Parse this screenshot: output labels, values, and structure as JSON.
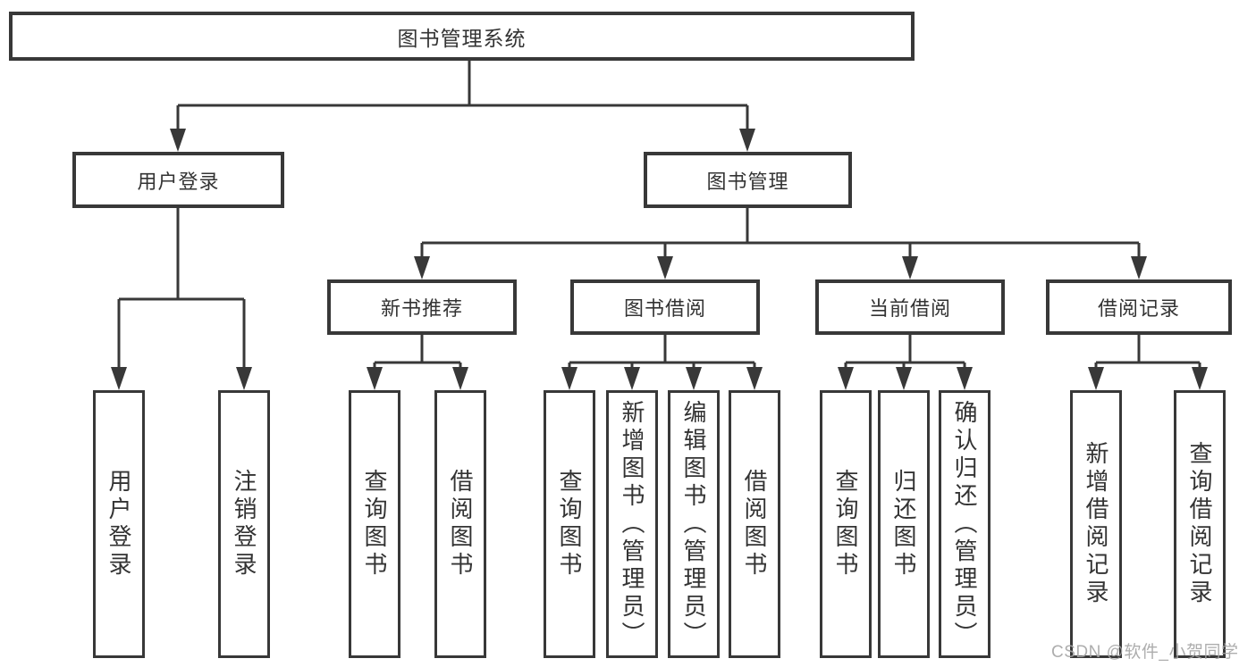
{
  "diagram": {
    "root": "图书管理系统",
    "branches": [
      {
        "label": "用户登录",
        "children": [
          "用户登录",
          "注销登录"
        ]
      },
      {
        "label": "图书管理",
        "sections": [
          {
            "label": "新书推荐",
            "children": [
              "查询图书",
              "借阅图书"
            ]
          },
          {
            "label": "图书借阅",
            "children": [
              "查询图书",
              "新增图书（管理员）",
              "编辑图书（管理员）",
              "借阅图书"
            ]
          },
          {
            "label": "当前借阅",
            "children": [
              "查询图书",
              "归还图书",
              "确认归还（管理员）"
            ]
          },
          {
            "label": "借阅记录",
            "children": [
              "新增借阅记录",
              "查询借阅记录"
            ]
          }
        ]
      }
    ],
    "watermark": "CSDN @软件_小贺同学",
    "colors": {
      "line": "#383838",
      "box_border": "#383838",
      "text": "#333333",
      "watermark": "#a5a5a5",
      "background": "#ffffff"
    }
  }
}
